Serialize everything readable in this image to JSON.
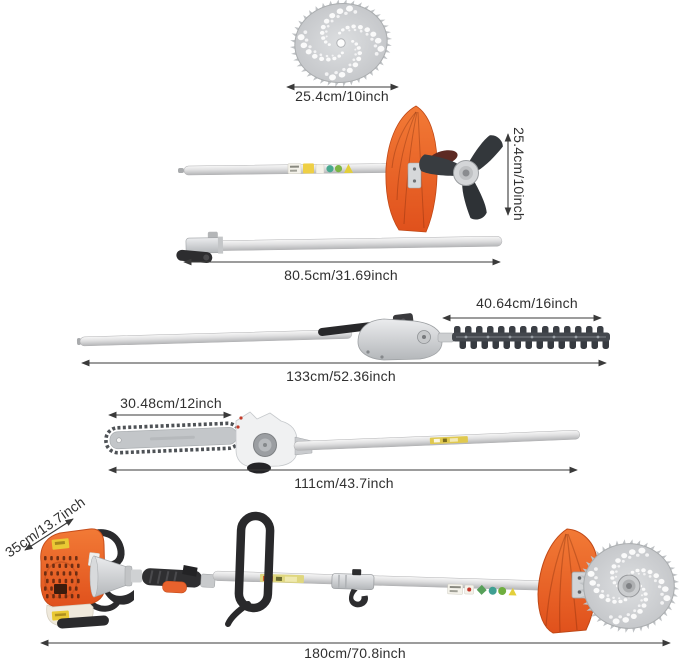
{
  "colors": {
    "accent_orange": "#e8622d",
    "dimension_text": "#303030",
    "dark_parts": "#2e2e30"
  },
  "dimensions": {
    "blade_diameter": "25.4cm/10inch",
    "cutting_width": "25.4cm/10inch",
    "trimmer_shaft_length": "80.5cm/31.69inch",
    "hedge_blade_length": "40.64cm/16inch",
    "hedge_total_length": "133cm/52.36inch",
    "chainsaw_bar_length": "30.48cm/12inch",
    "chainsaw_total_length": "111cm/43.7inch",
    "engine_width": "35cm/13.7inch",
    "assembled_total_length": "180cm/70.8inch"
  }
}
